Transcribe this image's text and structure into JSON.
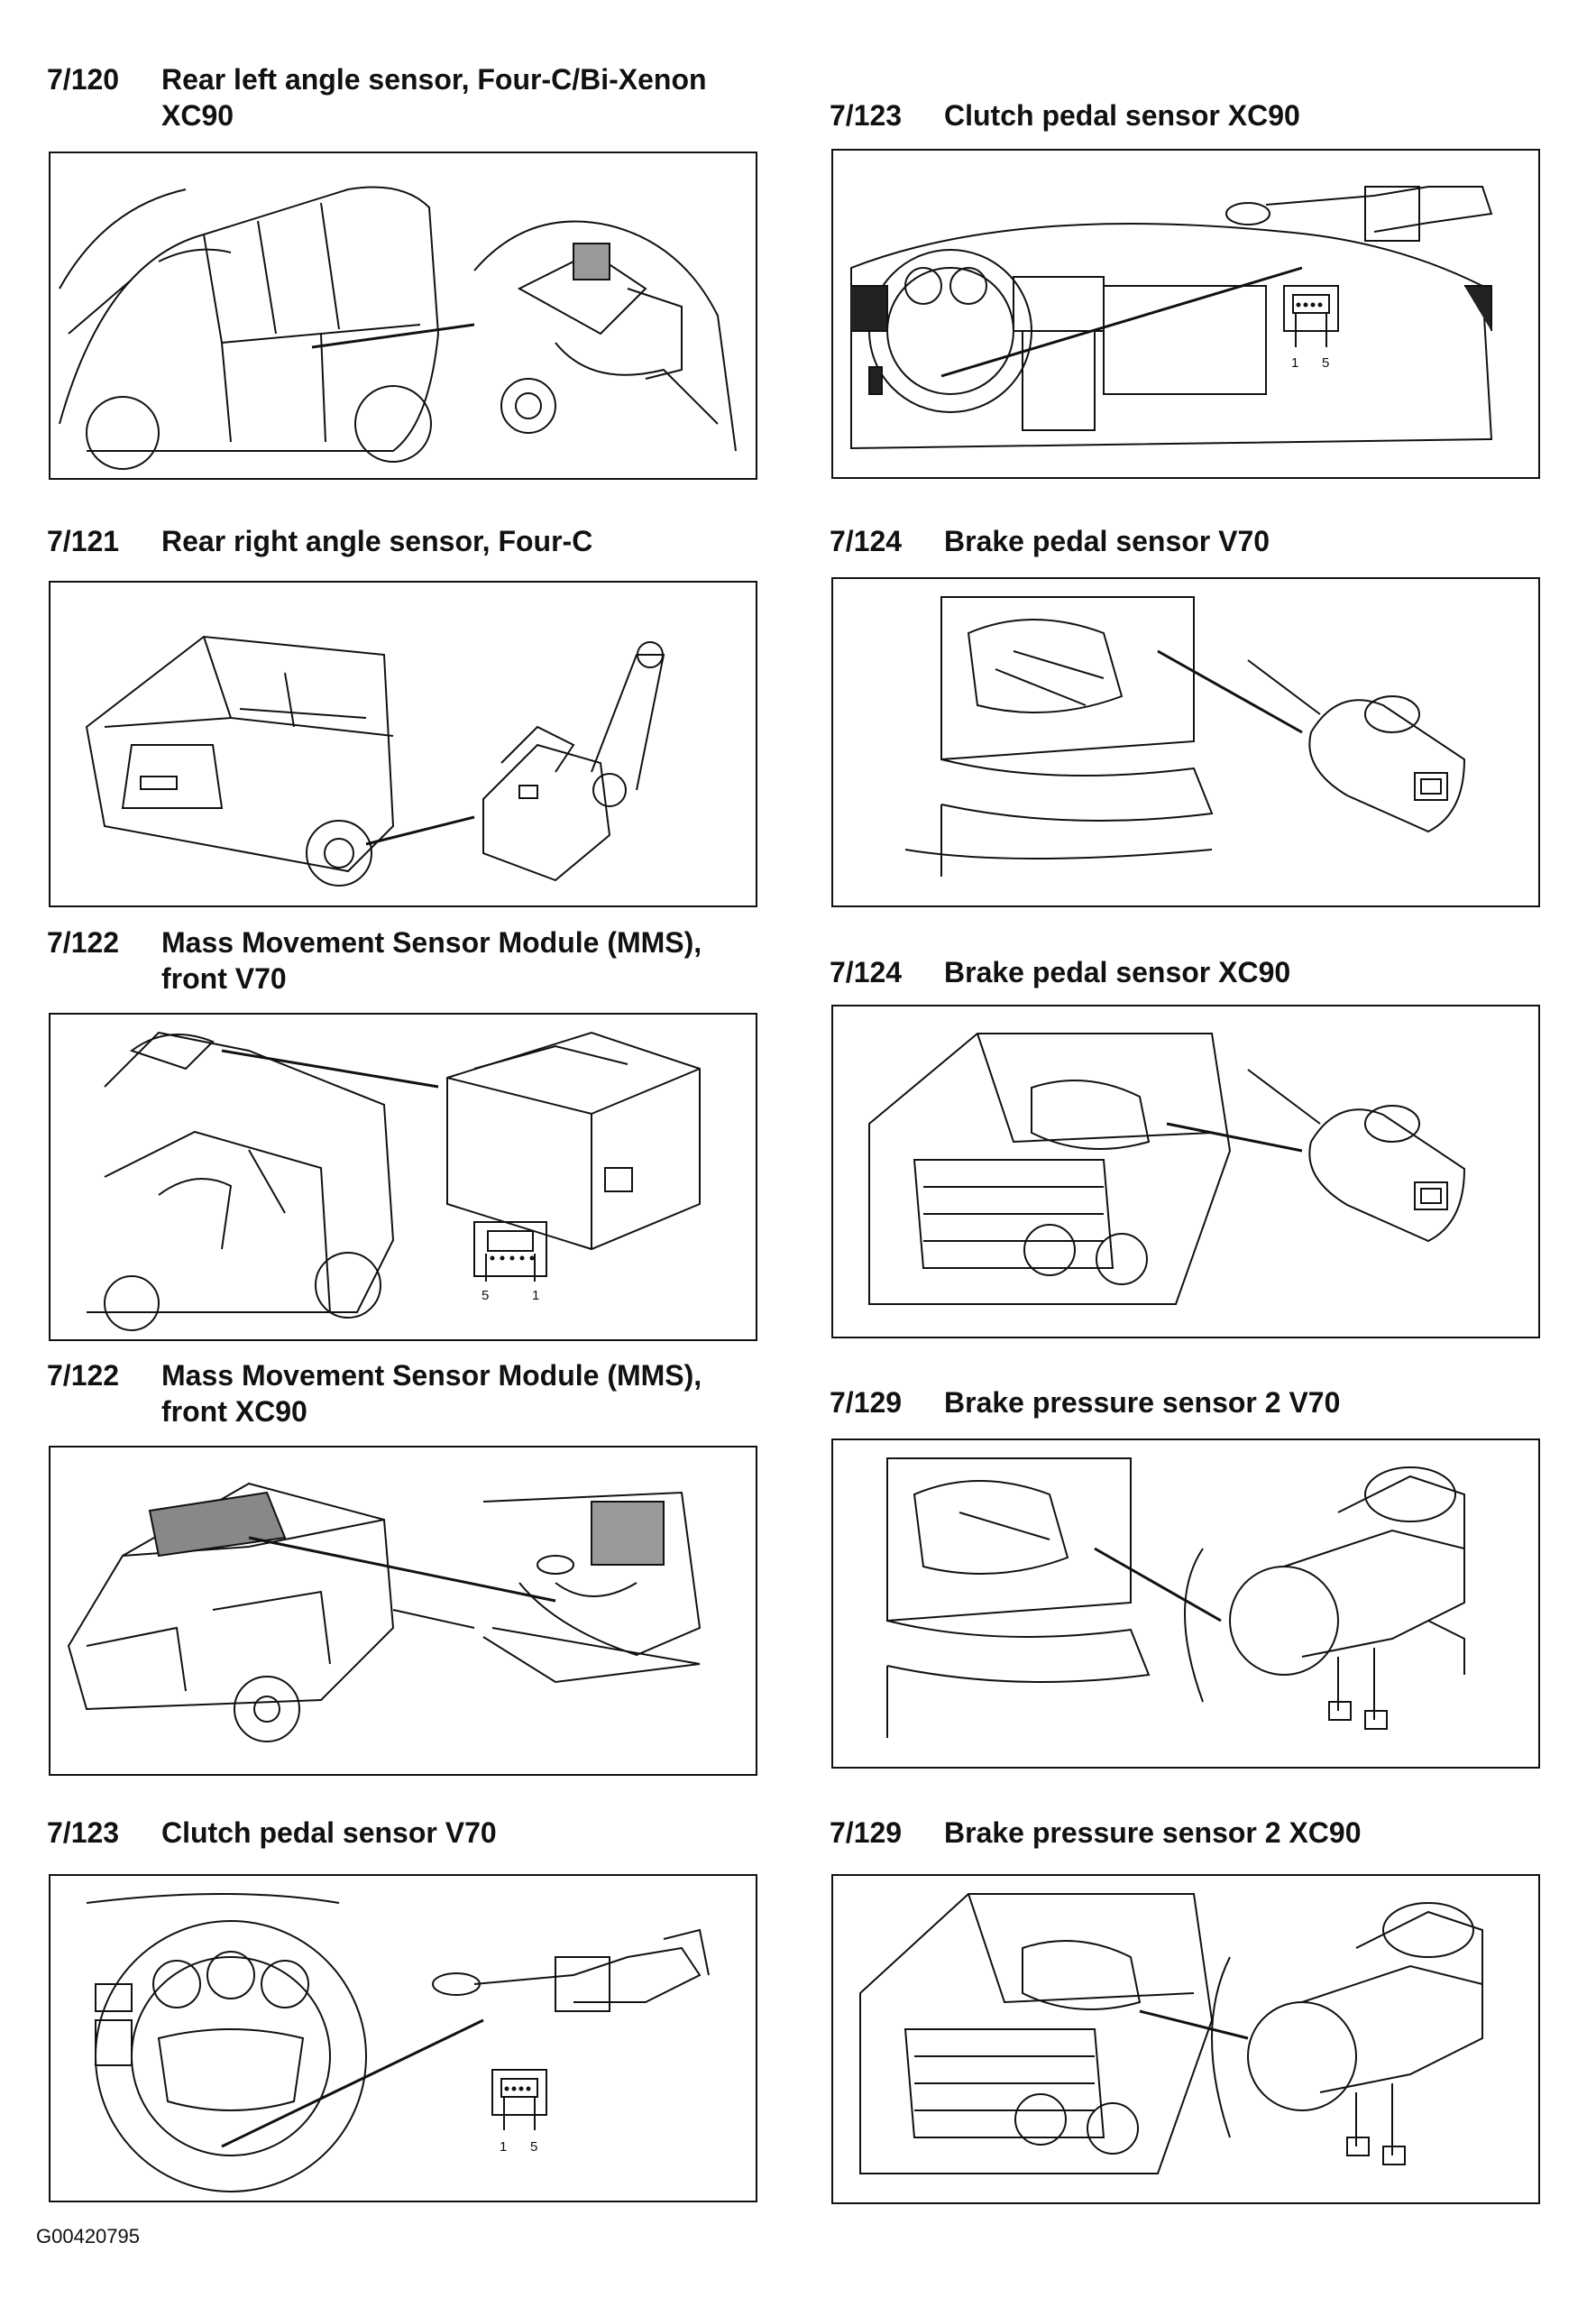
{
  "figures": [
    {
      "num": "7/120",
      "title": "Rear left angle sensor, Four-C/Bi-Xenon XC90",
      "scene": "car-side-door"
    },
    {
      "num": "7/121",
      "title": "Rear right angle sensor, Four-C",
      "scene": "car-rear-sensor"
    },
    {
      "num": "7/122",
      "title": "Mass Movement Sensor Module (MMS), front V70",
      "scene": "car-interior-module",
      "pins": [
        "5",
        "1"
      ]
    },
    {
      "num": "7/122",
      "title": "Mass Movement Sensor Module (MMS), front XC90",
      "scene": "suv-roof-module"
    },
    {
      "num": "7/123",
      "title": "Clutch pedal sensor V70",
      "scene": "steering-pedal",
      "pins": [
        "1",
        "5"
      ]
    },
    {
      "num": "7/123",
      "title": "Clutch pedal sensor XC90",
      "scene": "dashboard-pedal",
      "pins": [
        "1",
        "5"
      ]
    },
    {
      "num": "7/124",
      "title": "Brake pedal sensor V70",
      "scene": "engine-bay-sensor"
    },
    {
      "num": "7/124",
      "title": "Brake pedal sensor XC90",
      "scene": "suv-engine-sensor"
    },
    {
      "num": "7/129",
      "title": "Brake pressure sensor 2 V70",
      "scene": "engine-master-cyl"
    },
    {
      "num": "7/129",
      "title": "Brake pressure sensor 2 XC90",
      "scene": "suv-master-cyl"
    }
  ],
  "footer": {
    "code": "G00420795"
  },
  "colors": {
    "ink": "#111111",
    "paper": "#ffffff",
    "shade": "#8a8a8a"
  }
}
